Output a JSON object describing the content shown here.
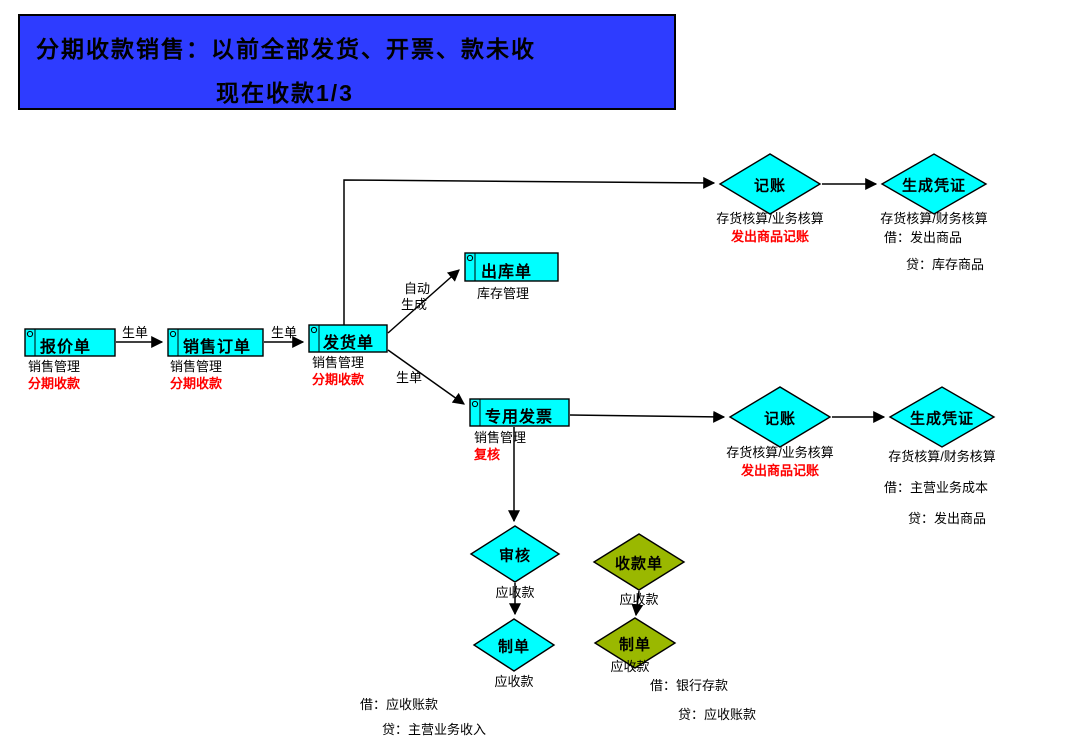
{
  "title": {
    "line1": "分期收款销售：以前全部发货、开票、款未收",
    "line2": "现在收款1/3"
  },
  "nodes": {
    "quotation": {
      "label": "报价单",
      "sub1": "销售管理",
      "sub2": "分期收款"
    },
    "sales_order": {
      "label": "销售订单",
      "sub1": "销售管理",
      "sub2": "分期收款"
    },
    "delivery_order": {
      "label": "发货单",
      "sub1": "销售管理",
      "sub2": "分期收款"
    },
    "outbound_order": {
      "label": "出库单",
      "sub1": "库存管理"
    },
    "special_invoice": {
      "label": "专用发票",
      "sub1": "销售管理",
      "sub2": "复核"
    },
    "bookkeeping_top": {
      "label": "记账",
      "sub1": "存货核算/业务核算",
      "sub2": "发出商品记账"
    },
    "voucher_top": {
      "label": "生成凭证",
      "sub1": "存货核算/财务核算",
      "debit": "借：发出商品",
      "credit": "贷：库存商品"
    },
    "bookkeeping_mid": {
      "label": "记账",
      "sub1": "存货核算/业务核算",
      "sub2": "发出商品记账"
    },
    "voucher_mid": {
      "label": "生成凭证",
      "sub1": "存货核算/财务核算",
      "debit": "借：主营业务成本",
      "credit": "贷：发出商品"
    },
    "audit": {
      "label": "审核",
      "sub1": "应收款"
    },
    "voucher_make_left": {
      "label": "制单",
      "sub1": "应收款",
      "debit": "借：应收账款",
      "credit": "贷：主营业务收入"
    },
    "receipt": {
      "label": "收款单",
      "sub1": "应收款"
    },
    "voucher_make_right": {
      "label": "制单",
      "sub1": "应收款",
      "debit": "借：银行存款",
      "credit": "贷：应收账款"
    }
  },
  "edges": {
    "gen1": "生单",
    "gen2": "生单",
    "gen3": "生单",
    "auto_line1": "自动",
    "auto_line2": "生成"
  },
  "colors": {
    "title_bg": "#2E3CFF",
    "node_cyan": "#00FFFF",
    "node_olive": "#9AB800",
    "accent_red": "#FF0000"
  }
}
